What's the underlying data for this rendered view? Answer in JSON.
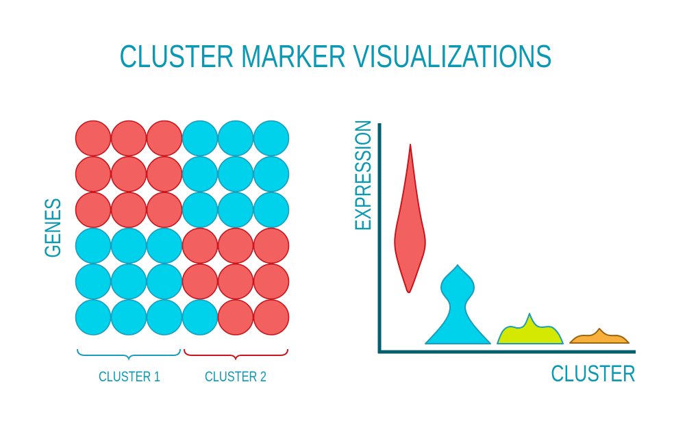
{
  "title": "CLUSTER MARKER VISUALIZATIONS",
  "grid": {
    "y_label": "GENES",
    "rows": [
      [
        "red",
        "red",
        "red",
        "cyan",
        "cyan",
        "cyan"
      ],
      [
        "red",
        "red",
        "red",
        "cyan",
        "cyan",
        "cyan"
      ],
      [
        "red",
        "red",
        "red",
        "cyan",
        "cyan",
        "cyan"
      ],
      [
        "cyan",
        "cyan",
        "cyan",
        "red",
        "red",
        "red"
      ],
      [
        "cyan",
        "cyan",
        "cyan",
        "red",
        "red",
        "red"
      ],
      [
        "cyan",
        "cyan",
        "cyan",
        "cyan",
        "red",
        "red"
      ]
    ],
    "groups": [
      {
        "label": "CLUSTER 1",
        "color": "#1a9cbc"
      },
      {
        "label": "CLUSTER 2",
        "color": "#c8141b"
      }
    ]
  },
  "violin": {
    "y_label": "EXPRESSION",
    "x_label": "CLUSTER",
    "violins": [
      {
        "fill": "#f26060",
        "stroke": "#c8141b"
      },
      {
        "fill": "#00d2eb",
        "stroke": "#1a9cbc"
      },
      {
        "fill": "#d4e800",
        "stroke": "#1a9cbc"
      },
      {
        "fill": "#f8b03c",
        "stroke": "#9a6410"
      }
    ]
  },
  "colors": {
    "red_fill": "#f26060",
    "red_stroke": "#c8141b",
    "cyan_fill": "#00d2eb",
    "cyan_stroke": "#1a9cbc",
    "axis": "#035f6e",
    "text": "#0a98b3"
  }
}
